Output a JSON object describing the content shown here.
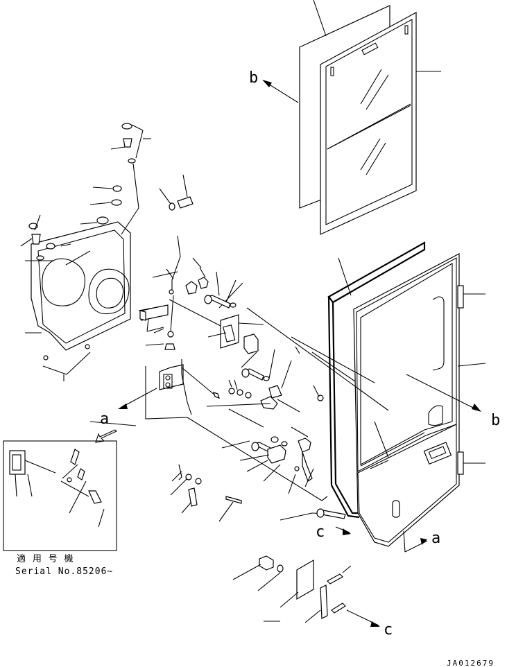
{
  "view_refs": {
    "b_top": "b",
    "a_left": "a",
    "b_right": "b",
    "c_mid": "c",
    "a_bottom": "a",
    "c_bottom": "c"
  },
  "inset": {
    "applicable_label": "適 用 号 機",
    "serial_label": "Serial No.85206~"
  },
  "drawing_code": "JA012679"
}
